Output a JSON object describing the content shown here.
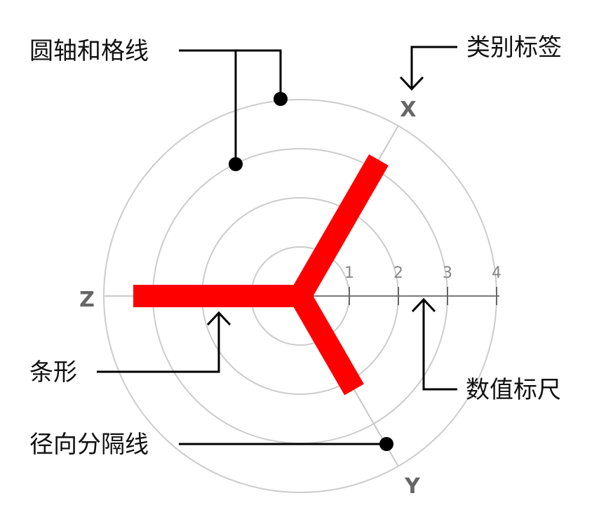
{
  "chart_data": {
    "type": "radial-bar",
    "categories": [
      "X",
      "Y",
      "Z"
    ],
    "values": [
      3.2,
      2.2,
      3.4
    ],
    "scale_ticks": [
      "1",
      "2",
      "3",
      "4"
    ],
    "scale_max": 4,
    "colors": {
      "bar": "#ff0000",
      "grid": "#cccccc",
      "scale": "#7a7a7a"
    }
  },
  "callouts": {
    "grid": "圆轴和格线",
    "category": "类别标签",
    "bar": "条形",
    "scale": "数值标尺",
    "radial": "径向分隔线"
  }
}
